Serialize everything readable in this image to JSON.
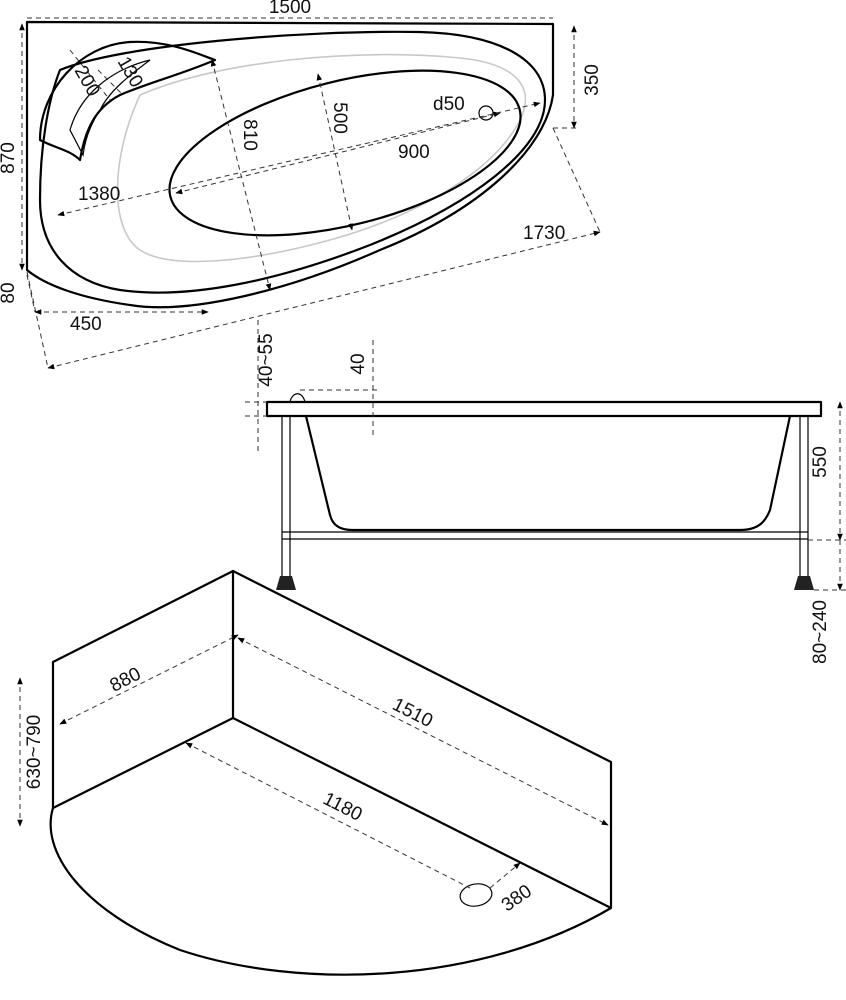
{
  "top_view": {
    "width": "1500",
    "depth": "870",
    "right_side": "350",
    "inner_width": "900",
    "inner_depth": "500",
    "drain": "d50",
    "inner_diagonal": "810",
    "length_1380": "1380",
    "length_1730": "1730",
    "corner_80": "80",
    "offset_450": "450",
    "headrest_200": "200",
    "headrest_130": "130"
  },
  "side_view": {
    "rim": "40~55",
    "lip": "40",
    "height": "550",
    "legs": "80~240"
  },
  "panel_view": {
    "short_side": "880",
    "long_side": "1510",
    "panel_height": "630~790",
    "inner_length": "1180",
    "hole": "380"
  }
}
